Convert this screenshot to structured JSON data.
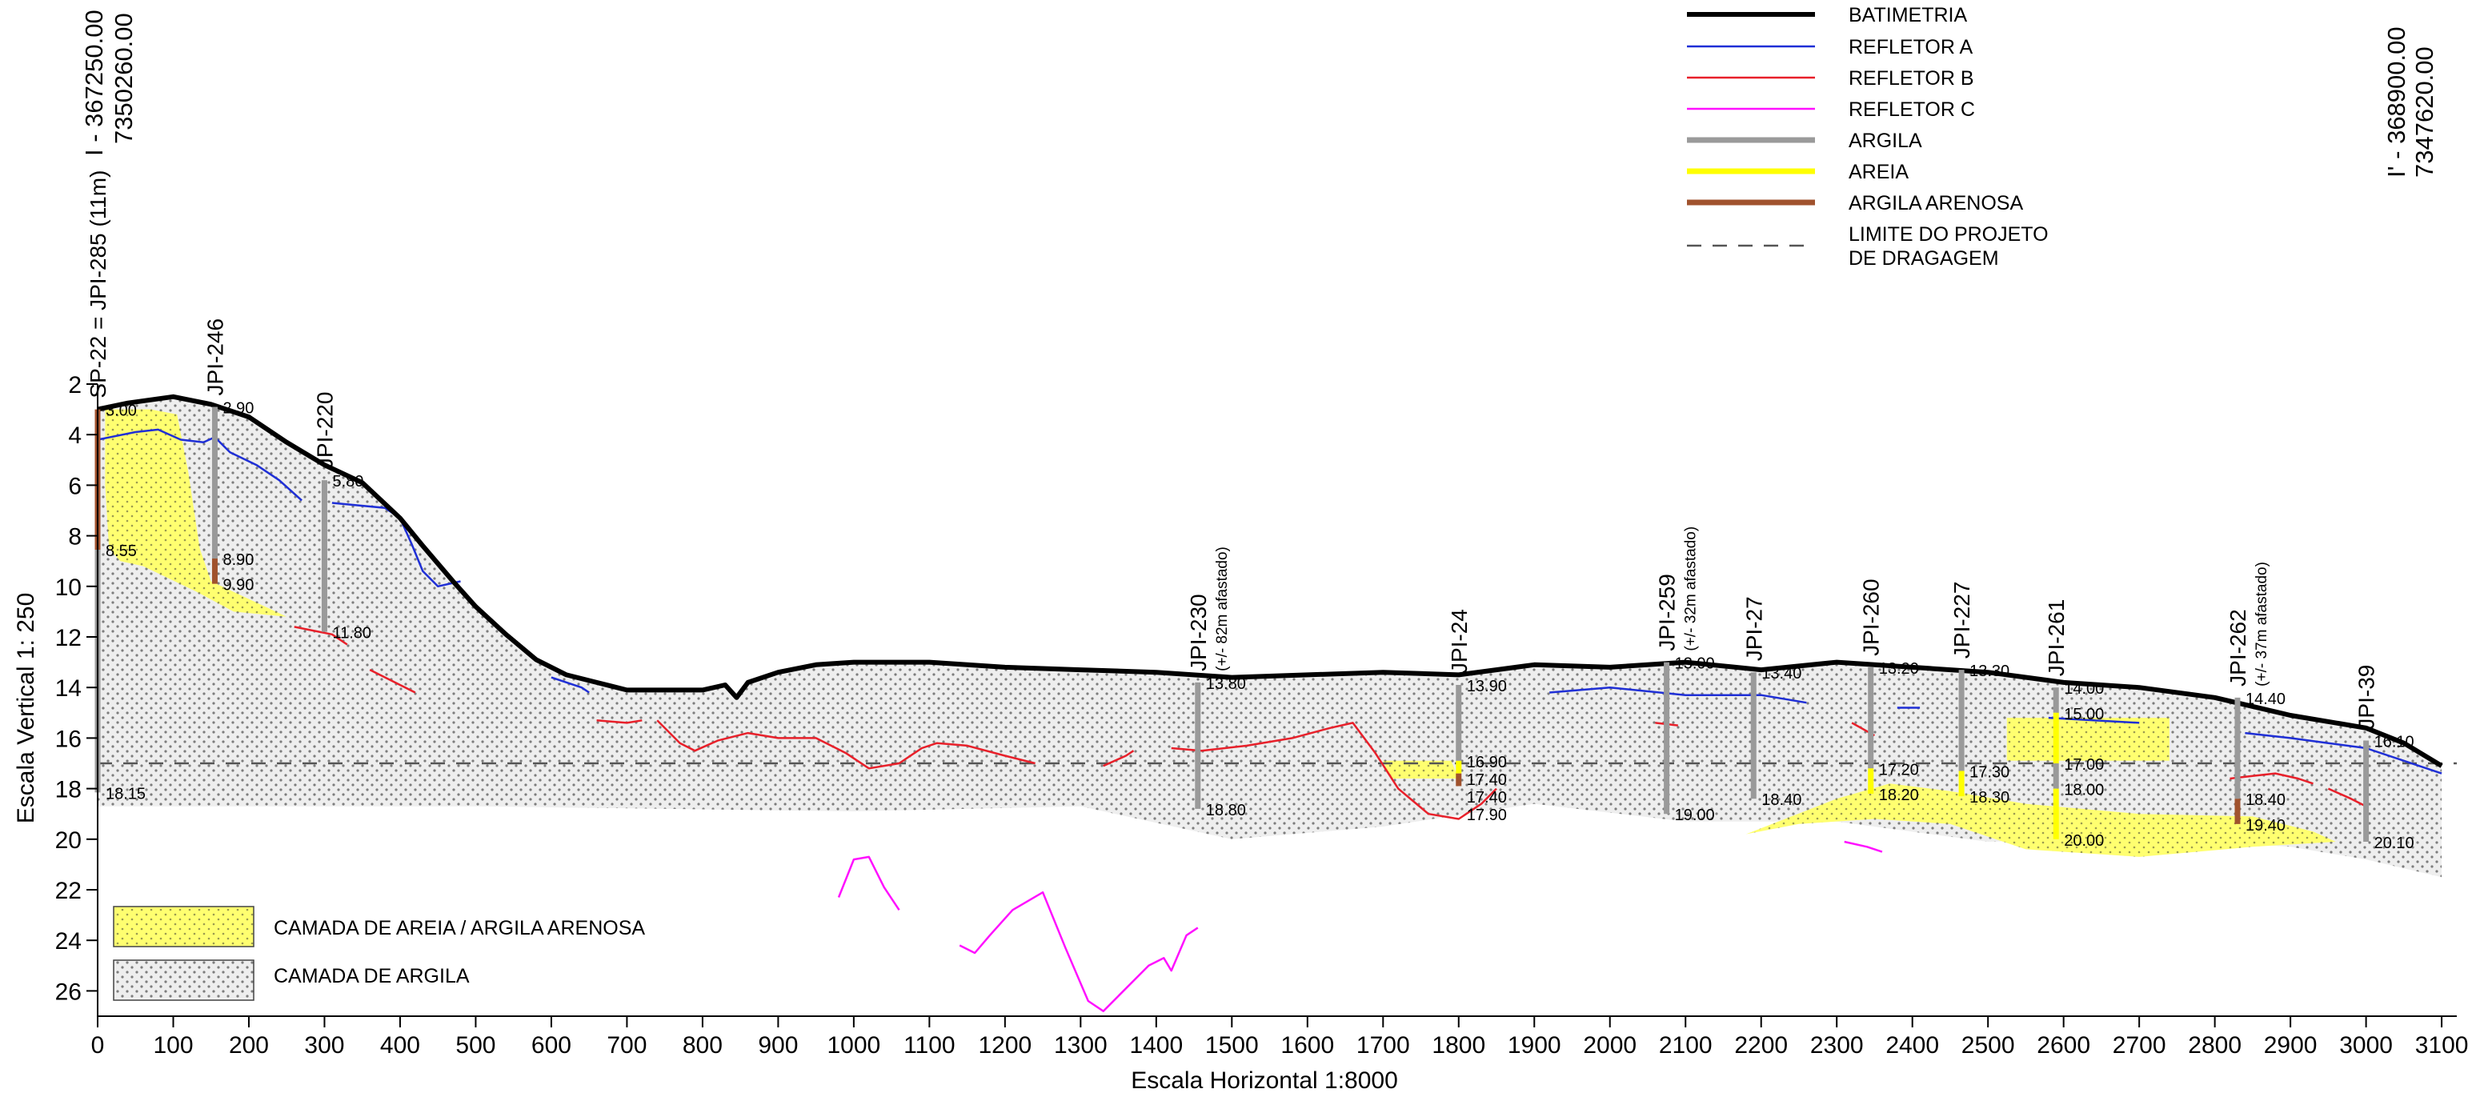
{
  "section": {
    "left_end": {
      "label": "I - 367250.00",
      "northing": "7350260.00"
    },
    "right_end": {
      "label": "I' - 368900.00",
      "northing": "7347620.00"
    }
  },
  "axes": {
    "x_label": "Escala Horizontal 1:8000",
    "y_label": "Escala Vertical 1: 250",
    "x_range": [
      0,
      3120
    ],
    "y_range": [
      2,
      27
    ],
    "x_ticks": [
      0,
      100,
      200,
      300,
      400,
      500,
      600,
      700,
      800,
      900,
      1000,
      1100,
      1200,
      1300,
      1400,
      1500,
      1600,
      1700,
      1800,
      1900,
      2000,
      2100,
      2200,
      2300,
      2400,
      2500,
      2600,
      2700,
      2800,
      2900,
      3000,
      3100
    ],
    "y_ticks": [
      2,
      4,
      6,
      8,
      10,
      12,
      14,
      16,
      18,
      20,
      22,
      24,
      26
    ]
  },
  "legend_lines": [
    {
      "key": "bat",
      "label": "BATIMETRIA",
      "color": "#000000",
      "dash": false,
      "width": 6
    },
    {
      "key": "ra",
      "label": "REFLETOR A",
      "color": "#1f2fd6",
      "dash": false,
      "width": 2.5
    },
    {
      "key": "rb",
      "label": "REFLETOR B",
      "color": "#e8202a",
      "dash": false,
      "width": 2.5
    },
    {
      "key": "rc",
      "label": "REFLETOR C",
      "color": "#ff10ff",
      "dash": false,
      "width": 2.5
    },
    {
      "key": "arg",
      "label": "ARGILA",
      "color": "#9a9a9a",
      "dash": false,
      "width": 7
    },
    {
      "key": "are",
      "label": "AREIA",
      "color": "#ffff00",
      "dash": false,
      "width": 7
    },
    {
      "key": "aar",
      "label": "ARGILA ARENOSA",
      "color": "#a0522d",
      "dash": false,
      "width": 7
    },
    {
      "key": "lim",
      "label": "LIMITE DO PROJETO",
      "label2": "DE DRAGAGEM",
      "color": "#555555",
      "dash": true,
      "width": 2.5
    }
  ],
  "legend_layers": [
    {
      "key": "sand",
      "label": "CAMADA DE AREIA / ARGILA ARENOSA"
    },
    {
      "key": "clay",
      "label": "CAMADA DE ARGILA"
    }
  ],
  "chart_data": {
    "type": "line",
    "dredge_limit_depth": 17,
    "bathymetry": [
      [
        0,
        3
      ],
      [
        40,
        2.75
      ],
      [
        100,
        2.5
      ],
      [
        150,
        2.8
      ],
      [
        200,
        3.3
      ],
      [
        250,
        4.3
      ],
      [
        300,
        5.2
      ],
      [
        350,
        5.9
      ],
      [
        400,
        7.3
      ],
      [
        430,
        8.4
      ],
      [
        470,
        9.8
      ],
      [
        500,
        10.8
      ],
      [
        540,
        11.9
      ],
      [
        580,
        12.9
      ],
      [
        620,
        13.5
      ],
      [
        660,
        13.8
      ],
      [
        700,
        14.1
      ],
      [
        800,
        14.1
      ],
      [
        830,
        13.9
      ],
      [
        845,
        14.4
      ],
      [
        860,
        13.8
      ],
      [
        900,
        13.4
      ],
      [
        950,
        13.1
      ],
      [
        1000,
        13.0
      ],
      [
        1100,
        13.0
      ],
      [
        1200,
        13.2
      ],
      [
        1300,
        13.3
      ],
      [
        1400,
        13.4
      ],
      [
        1500,
        13.6
      ],
      [
        1600,
        13.5
      ],
      [
        1700,
        13.4
      ],
      [
        1800,
        13.5
      ],
      [
        1900,
        13.1
      ],
      [
        2000,
        13.2
      ],
      [
        2100,
        13.0
      ],
      [
        2200,
        13.3
      ],
      [
        2300,
        13.0
      ],
      [
        2400,
        13.2
      ],
      [
        2500,
        13.4
      ],
      [
        2600,
        13.8
      ],
      [
        2700,
        14.0
      ],
      [
        2800,
        14.4
      ],
      [
        2900,
        15.1
      ],
      [
        3000,
        15.6
      ],
      [
        3050,
        16.2
      ],
      [
        3100,
        17.1
      ]
    ],
    "clay_base": [
      [
        0,
        18.7
      ],
      [
        500,
        18.7
      ],
      [
        1000,
        18.9
      ],
      [
        1300,
        18.7
      ],
      [
        1500,
        20.0
      ],
      [
        1700,
        19.5
      ],
      [
        1900,
        18.6
      ],
      [
        2100,
        19.3
      ],
      [
        2300,
        19.3
      ],
      [
        2500,
        20.1
      ],
      [
        2700,
        19.9
      ],
      [
        2900,
        20.3
      ],
      [
        3000,
        20.8
      ],
      [
        3100,
        21.5
      ]
    ],
    "sand_bodies": [
      [
        [
          10,
          3.0
        ],
        [
          70,
          3.0
        ],
        [
          105,
          3.2
        ],
        [
          120,
          5.5
        ],
        [
          135,
          8.5
        ],
        [
          150,
          9.8
        ],
        [
          200,
          10.5
        ],
        [
          250,
          11.2
        ],
        [
          180,
          11.0
        ],
        [
          130,
          10.2
        ],
        [
          60,
          9.2
        ],
        [
          30,
          9.0
        ],
        [
          15,
          8.5
        ],
        [
          10,
          6.0
        ]
      ],
      [
        [
          1700,
          16.9
        ],
        [
          1790,
          16.9
        ],
        [
          1800,
          17.6
        ],
        [
          1710,
          17.6
        ]
      ],
      [
        [
          2180,
          19.8
        ],
        [
          2240,
          19.1
        ],
        [
          2300,
          18.4
        ],
        [
          2370,
          17.8
        ],
        [
          2450,
          18.1
        ],
        [
          2550,
          18.6
        ],
        [
          2700,
          19.0
        ],
        [
          2850,
          19.1
        ],
        [
          2930,
          19.7
        ],
        [
          2960,
          20.1
        ],
        [
          2850,
          20.3
        ],
        [
          2700,
          20.7
        ],
        [
          2550,
          20.4
        ],
        [
          2450,
          19.4
        ],
        [
          2350,
          19.2
        ],
        [
          2250,
          19.4
        ]
      ],
      [
        [
          2525,
          15.2
        ],
        [
          2740,
          15.2
        ],
        [
          2740,
          16.9
        ],
        [
          2525,
          16.9
        ]
      ]
    ],
    "reflector_a": [
      [
        [
          0,
          4.2
        ],
        [
          50,
          3.9
        ],
        [
          80,
          3.8
        ],
        [
          110,
          4.2
        ],
        [
          140,
          4.3
        ],
        [
          155,
          4.1
        ],
        [
          175,
          4.7
        ],
        [
          210,
          5.2
        ],
        [
          240,
          5.8
        ],
        [
          270,
          6.6
        ]
      ],
      [
        [
          310,
          6.7
        ],
        [
          380,
          6.9
        ],
        [
          400,
          7.3
        ],
        [
          415,
          8.3
        ],
        [
          430,
          9.4
        ],
        [
          450,
          10.0
        ],
        [
          480,
          9.8
        ]
      ],
      [
        [
          600,
          13.6
        ],
        [
          640,
          14.0
        ],
        [
          650,
          14.2
        ]
      ],
      [
        [
          1920,
          14.2
        ],
        [
          2000,
          14.0
        ],
        [
          2100,
          14.3
        ],
        [
          2200,
          14.3
        ],
        [
          2260,
          14.6
        ]
      ],
      [
        [
          2380,
          14.8
        ],
        [
          2410,
          14.8
        ]
      ],
      [
        [
          2580,
          15.2
        ],
        [
          2700,
          15.4
        ]
      ],
      [
        [
          2840,
          15.8
        ],
        [
          2900,
          16.0
        ],
        [
          2950,
          16.2
        ],
        [
          3000,
          16.4
        ],
        [
          3050,
          16.9
        ],
        [
          3100,
          17.4
        ]
      ]
    ],
    "reflector_b": [
      [
        [
          260,
          11.6
        ],
        [
          310,
          11.9
        ],
        [
          330,
          12.3
        ]
      ],
      [
        [
          360,
          13.3
        ],
        [
          400,
          13.9
        ],
        [
          420,
          14.2
        ]
      ],
      [
        [
          660,
          15.3
        ],
        [
          700,
          15.4
        ],
        [
          720,
          15.3
        ]
      ],
      [
        [
          740,
          15.3
        ],
        [
          770,
          16.2
        ],
        [
          790,
          16.5
        ],
        [
          820,
          16.1
        ],
        [
          860,
          15.8
        ],
        [
          900,
          16.0
        ],
        [
          950,
          16.0
        ],
        [
          990,
          16.6
        ],
        [
          1020,
          17.2
        ],
        [
          1060,
          17.0
        ],
        [
          1090,
          16.4
        ],
        [
          1110,
          16.2
        ],
        [
          1150,
          16.3
        ],
        [
          1200,
          16.7
        ],
        [
          1240,
          17.0
        ]
      ],
      [
        [
          1330,
          17.1
        ],
        [
          1360,
          16.7
        ],
        [
          1370,
          16.5
        ]
      ],
      [
        [
          1420,
          16.4
        ],
        [
          1460,
          16.5
        ],
        [
          1520,
          16.3
        ],
        [
          1580,
          16.0
        ],
        [
          1630,
          15.6
        ],
        [
          1660,
          15.4
        ],
        [
          1690,
          16.6
        ],
        [
          1720,
          18.0
        ],
        [
          1760,
          19.0
        ],
        [
          1800,
          19.2
        ],
        [
          1830,
          18.6
        ],
        [
          1850,
          18.0
        ]
      ],
      [
        [
          2060,
          15.4
        ],
        [
          2090,
          15.5
        ]
      ],
      [
        [
          2320,
          15.4
        ],
        [
          2350,
          15.9
        ]
      ],
      [
        [
          2820,
          17.6
        ],
        [
          2850,
          17.5
        ],
        [
          2880,
          17.4
        ],
        [
          2910,
          17.6
        ],
        [
          2930,
          17.8
        ]
      ],
      [
        [
          2950,
          18.0
        ],
        [
          2980,
          18.4
        ],
        [
          3000,
          18.7
        ]
      ]
    ],
    "reflector_c": [
      [
        [
          980,
          22.3
        ],
        [
          1000,
          20.8
        ],
        [
          1020,
          20.7
        ],
        [
          1040,
          21.9
        ],
        [
          1060,
          22.8
        ]
      ],
      [
        [
          1140,
          24.2
        ],
        [
          1160,
          24.5
        ],
        [
          1180,
          23.8
        ],
        [
          1210,
          22.8
        ],
        [
          1250,
          22.1
        ],
        [
          1280,
          24.3
        ],
        [
          1310,
          26.4
        ],
        [
          1330,
          26.8
        ],
        [
          1350,
          26.2
        ],
        [
          1390,
          25.0
        ],
        [
          1410,
          24.7
        ],
        [
          1420,
          25.2
        ],
        [
          1440,
          23.8
        ],
        [
          1455,
          23.5
        ]
      ],
      [
        [
          2310,
          20.1
        ],
        [
          2340,
          20.3
        ],
        [
          2360,
          20.5
        ]
      ]
    ],
    "boreholes": [
      {
        "name": "SP-22 = JPI-285 (11m)",
        "note": "",
        "x": 0,
        "top": 3.0,
        "base": 18.15,
        "labels": [
          "3.00",
          "8.55",
          "18.15"
        ],
        "segments": [
          [
            3.0,
            8.55,
            "aar"
          ],
          [
            8.55,
            18.15,
            "arg"
          ]
        ]
      },
      {
        "name": "JPI-246",
        "note": "",
        "x": 155,
        "top": 2.9,
        "base": 9.9,
        "labels": [
          "2.90",
          "8.90",
          "9.90"
        ],
        "segments": [
          [
            2.9,
            8.9,
            "arg"
          ],
          [
            8.9,
            9.9,
            "aar"
          ]
        ]
      },
      {
        "name": "JPI-220",
        "note": "",
        "x": 300,
        "top": 5.8,
        "base": 11.8,
        "labels": [
          "5.80",
          "11.80"
        ],
        "segments": [
          [
            5.8,
            11.8,
            "arg"
          ]
        ]
      },
      {
        "name": "JPI-230",
        "note": "(+/- 82m afastado)",
        "x": 1455,
        "top": 13.8,
        "base": 18.8,
        "labels": [
          "13.80",
          "18.80"
        ],
        "segments": [
          [
            13.8,
            18.8,
            "arg"
          ]
        ]
      },
      {
        "name": "JPI-24",
        "note": "",
        "x": 1800,
        "top": 13.9,
        "base": 17.9,
        "labels": [
          "13.90",
          "16.90",
          "17.40",
          "17.40",
          "17.90"
        ],
        "segments": [
          [
            13.9,
            16.9,
            "arg"
          ],
          [
            16.9,
            17.4,
            "are"
          ],
          [
            17.4,
            17.9,
            "aar"
          ]
        ]
      },
      {
        "name": "JPI-259",
        "note": "(+/- 32m afastado)",
        "x": 2075,
        "top": 13.0,
        "base": 19.0,
        "labels": [
          "13.00",
          "19.00"
        ],
        "segments": [
          [
            13.0,
            19.0,
            "arg"
          ]
        ]
      },
      {
        "name": "JPI-27",
        "note": "",
        "x": 2190,
        "top": 13.4,
        "base": 18.4,
        "labels": [
          "13.40",
          "18.40"
        ],
        "segments": [
          [
            13.4,
            18.4,
            "arg"
          ]
        ]
      },
      {
        "name": "JPI-260",
        "note": "",
        "x": 2345,
        "top": 13.2,
        "base": 18.2,
        "labels": [
          "13.20",
          "17.20",
          "18.20"
        ],
        "segments": [
          [
            13.2,
            17.2,
            "arg"
          ],
          [
            17.2,
            18.2,
            "are"
          ]
        ]
      },
      {
        "name": "JPI-227",
        "note": "",
        "x": 2465,
        "top": 13.3,
        "base": 18.3,
        "labels": [
          "13.30",
          "17.30",
          "18.30"
        ],
        "segments": [
          [
            13.3,
            17.3,
            "arg"
          ],
          [
            17.3,
            18.3,
            "are"
          ]
        ]
      },
      {
        "name": "JPI-261",
        "note": "",
        "x": 2590,
        "top": 14.0,
        "base": 20.0,
        "labels": [
          "14.00",
          "15.00",
          "17.00",
          "18.00",
          "20.00"
        ],
        "segments": [
          [
            14.0,
            15.0,
            "arg"
          ],
          [
            15.0,
            17.0,
            "are"
          ],
          [
            17.0,
            18.0,
            "arg"
          ],
          [
            18.0,
            20.0,
            "are"
          ]
        ]
      },
      {
        "name": "JPI-262",
        "note": "(+/- 37m afastado)",
        "x": 2830,
        "top": 14.4,
        "base": 19.4,
        "labels": [
          "14.40",
          "18.40",
          "19.40"
        ],
        "segments": [
          [
            14.4,
            18.4,
            "arg"
          ],
          [
            18.4,
            19.4,
            "aar"
          ]
        ]
      },
      {
        "name": "JPI-39",
        "note": "",
        "x": 3000,
        "top": 16.1,
        "base": 20.1,
        "labels": [
          "16.10",
          "20.10"
        ],
        "segments": [
          [
            16.1,
            20.1,
            "arg"
          ]
        ]
      }
    ]
  }
}
